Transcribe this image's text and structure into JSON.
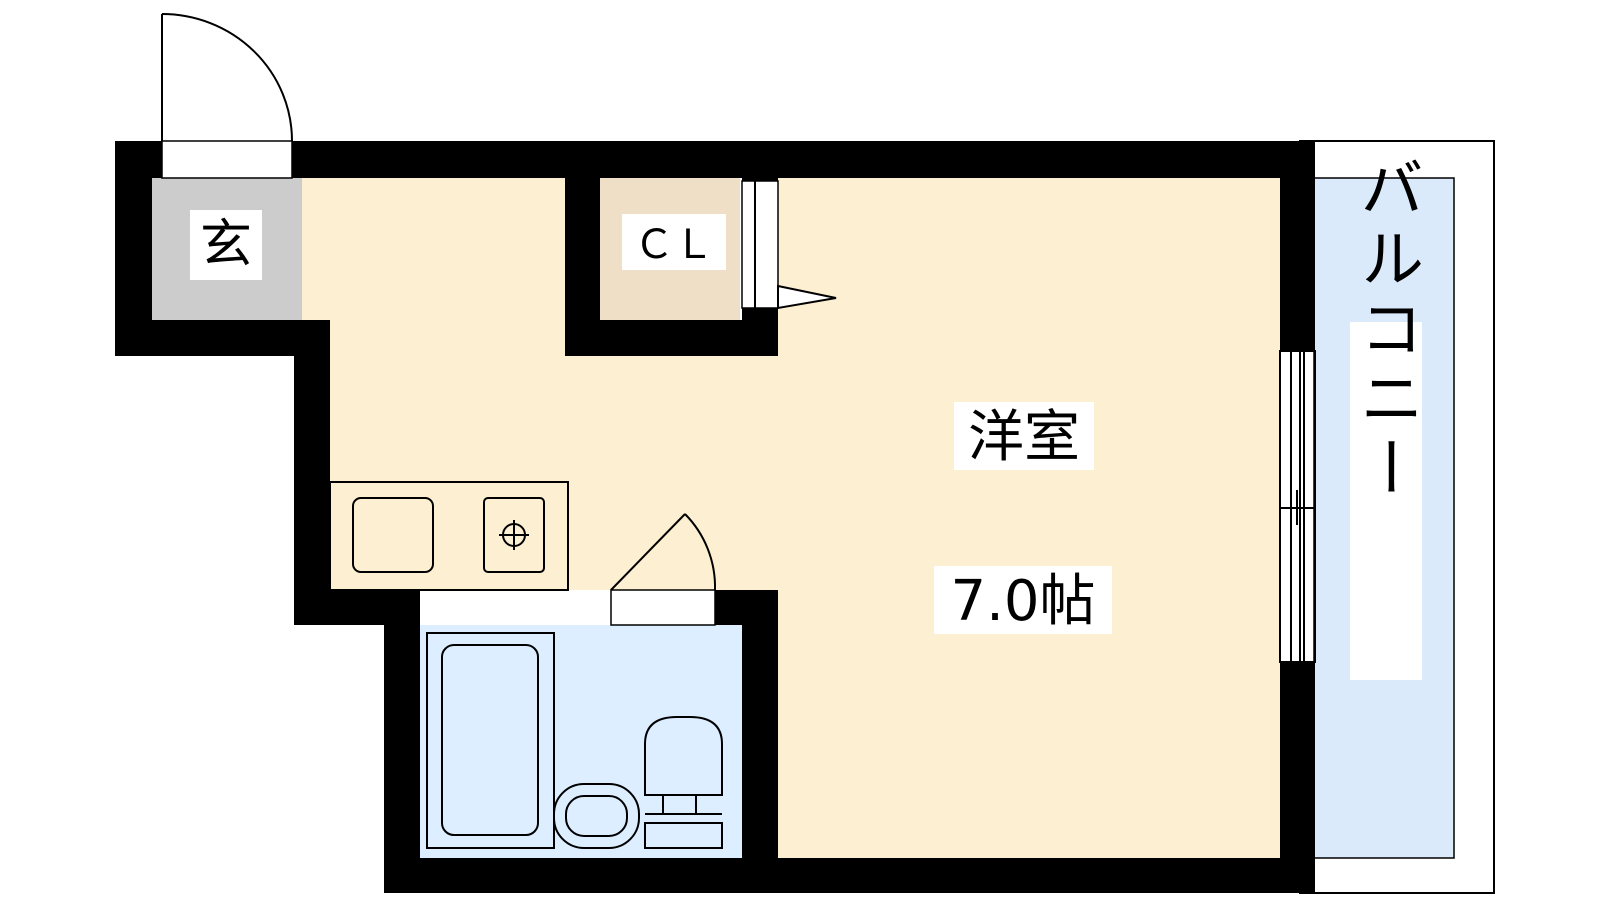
{
  "rooms": {
    "entrance": {
      "label": "玄"
    },
    "closet": {
      "label": "ＣＬ"
    },
    "western_room": {
      "label": "洋室",
      "size": "7.0帖"
    },
    "balcony": {
      "label": "バルコニー"
    }
  },
  "colors": {
    "wall": "#000000",
    "room_floor": "#fdf0d2",
    "entrance_floor": "#cccccc",
    "closet_floor": "#efdfc6",
    "bath_floor": "#dceeff",
    "balcony_floor": "#dbeafb",
    "fixture_line": "#000000"
  }
}
